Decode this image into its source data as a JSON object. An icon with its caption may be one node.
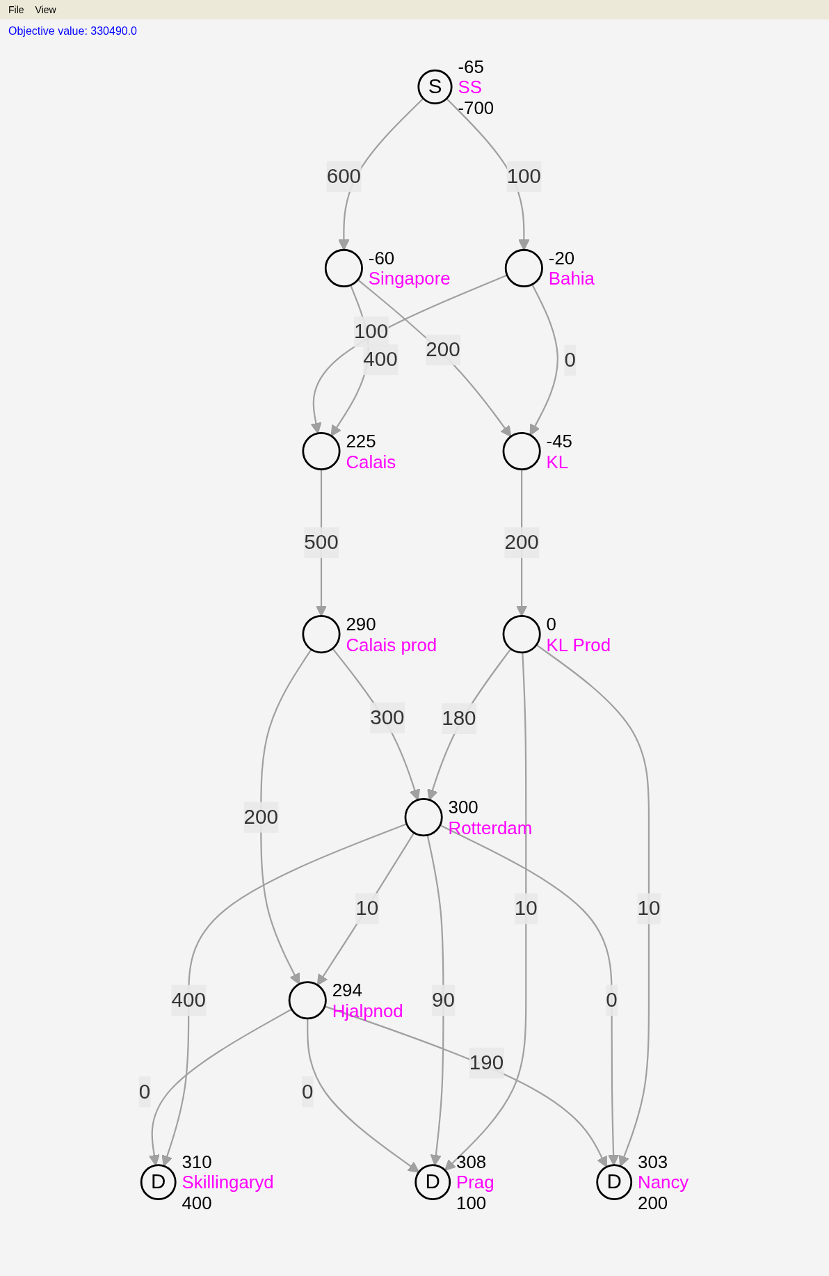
{
  "diagram": {
    "nodes": [
      {
        "text": [
          "S"
        ],
        "beside": [
          "-65",
          "SS",
          "-700"
        ]
      },
      {
        "text": [],
        "shape": "circle",
        "beside": [
          "-60",
          "Singapore"
        ]
      },
      {
        "text": [],
        "shape": "circle",
        "beside": [
          "-20",
          "Bahia"
        ]
      },
      {
        "text": [],
        "shape": "circle",
        "beside": [
          "225",
          "Calais"
        ]
      },
      {
        "text": [],
        "shape": "circle",
        "beside": [
          "-45",
          "KL"
        ]
      },
      {
        "text": [],
        "shape": "circle",
        "beside": [
          "290",
          "Calais prod"
        ]
      },
      {
        "text": [],
        "shape": "circle",
        "beside": [
          "0",
          "KL Prod"
        ]
      },
      {
        "text": [],
        "shape": "circle",
        "beside": [
          "300",
          "Rotterdam"
        ]
      },
      {
        "text": [],
        "shape": "circle",
        "beside": [
          "294",
          "Hjalpnod"
        ]
      },
      {
        "text": [
          "D"
        ],
        "beside": [
          "310",
          "Skillingaryd",
          "400"
        ]
      },
      {
        "text": [
          "D"
        ],
        "beside": [
          "308",
          "Prag",
          "100"
        ]
      },
      {
        "text": [
          "D"
        ],
        "beside": [
          "303",
          "Nancy",
          "200"
        ]
      }
    ],
    "edges": [
      {
        "from": 0,
        "to": 1,
        "arrow": "to",
        "label": "600"
      },
      {
        "from": 0,
        "to": 2,
        "arrow": "to",
        "label": "100"
      },
      {
        "from": 2,
        "to": 3,
        "arrow": "to",
        "label": "100"
      },
      {
        "from": 1,
        "to": 3,
        "arrow": "to",
        "label": "400"
      },
      {
        "from": 1,
        "to": 4,
        "arrow": "to",
        "label": "200"
      },
      {
        "from": 2,
        "to": 4,
        "arrow": "to",
        "label": "0"
      },
      {
        "from": 3,
        "to": 5,
        "arrow": "to",
        "label": "500"
      },
      {
        "from": 4,
        "to": 6,
        "arrow": "to",
        "label": "200"
      },
      {
        "from": 5,
        "to": 7,
        "arrow": "to",
        "label": "300"
      },
      {
        "from": 5,
        "to": 8,
        "arrow": "to",
        "label": "200"
      },
      {
        "from": 6,
        "to": 7,
        "arrow": "to",
        "label": "180"
      },
      {
        "from": 7,
        "to": 8,
        "arrow": "to",
        "label": "10"
      },
      {
        "from": 8,
        "to": 9,
        "arrow": "to",
        "label": "0"
      },
      {
        "from": 7,
        "to": 9,
        "arrow": "to",
        "label": "400"
      },
      {
        "from": 8,
        "to": 10,
        "arrow": "to",
        "label": "0"
      },
      {
        "from": 8,
        "to": 11,
        "arrow": "to",
        "label": "190"
      },
      {
        "from": 7,
        "to": 10,
        "arrow": "to",
        "label": "90"
      },
      {
        "from": 6,
        "to": 10,
        "arrow": "to",
        "label": "10"
      },
      {
        "from": 7,
        "to": 11,
        "arrow": "to",
        "label": "0"
      },
      {
        "from": 6,
        "to": 11,
        "arrow": "to",
        "label": "10"
      }
    ],
    "labels": [
      "File",
      "View",
      "Objective value: 330490.0"
    ]
  }
}
